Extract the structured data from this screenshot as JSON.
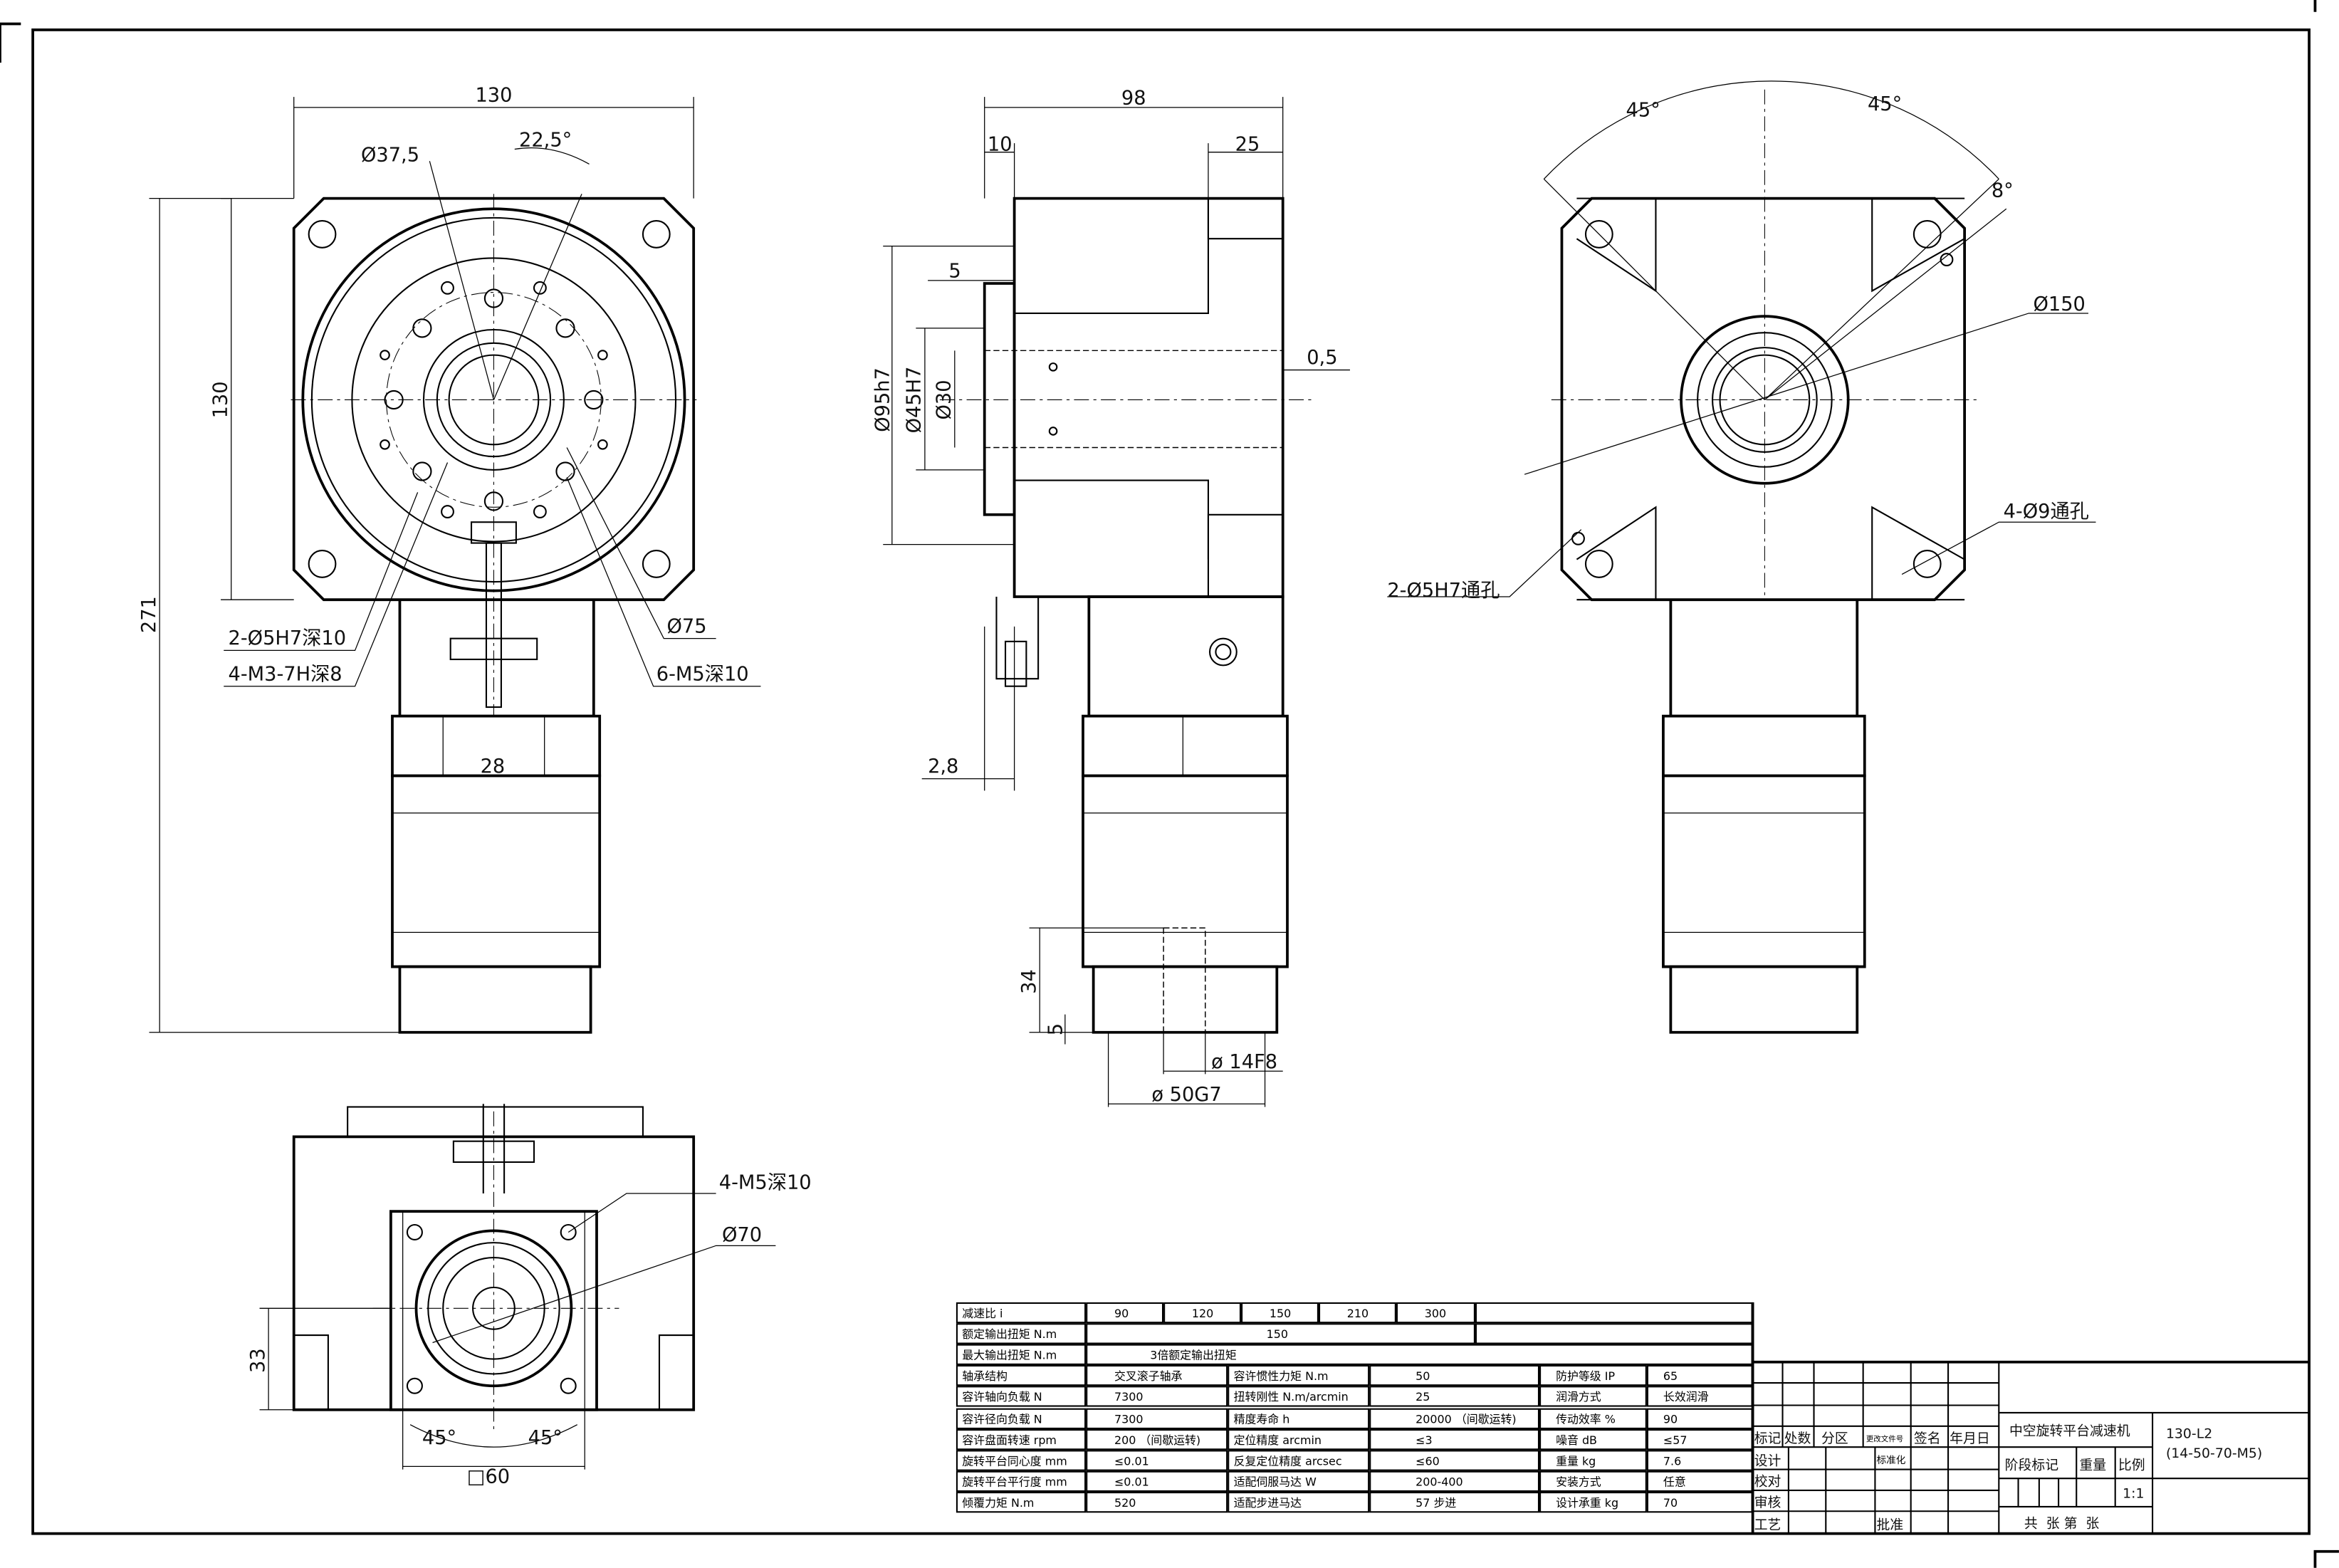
{
  "front_view": {
    "width_top": "130",
    "height_left": "130",
    "overall_height": "271",
    "bore_dia": "Ø37,5",
    "angle": "22,5°",
    "pin_holes": "2-Ø5H7深10",
    "thread_small": "4-M3-7H深8",
    "thread_m5": "6-M5深10",
    "pcd": "Ø75",
    "width_28": "28"
  },
  "side_view": {
    "length": "98",
    "flange": "10",
    "step": "25",
    "offset_5": "5",
    "gap": "0,5",
    "dia_95": "Ø95h7",
    "dia_45": "Ø45H7",
    "dia_30": "Ø30",
    "offset_28": "2,8",
    "shaft_len": "34",
    "shaft_5": "5",
    "shaft_dia": "ø 14F8",
    "spigot_dia": "ø 50G7"
  },
  "rear_view": {
    "angle_left": "45°",
    "angle_right": "45°",
    "angle_8": "8°",
    "dia_150": "Ø150",
    "through_holes": "4-Ø9通孔",
    "pin_through": "2-Ø5H7通孔"
  },
  "bottom_view": {
    "thread": "4-M5深10",
    "dia_70": "Ø70",
    "height_33": "33",
    "angle_left": "45°",
    "angle_right": "45°",
    "square": "□60"
  },
  "spec_table": {
    "ratio_row": {
      "label": "减速比 i",
      "values": [
        "90",
        "120",
        "150",
        "210",
        "300"
      ]
    },
    "rated_row": {
      "label": "额定输出扭矩 N.m",
      "value": "150"
    },
    "max_row": {
      "label": "最大输出扭矩 N.m",
      "value": "3倍额定输出扭矩"
    },
    "rows": [
      [
        "轴承结构",
        "交叉滚子轴承",
        "容许惯性力矩 N.m",
        "50",
        "防护等级 IP",
        "65"
      ],
      [
        "容许轴向负载 N",
        "7300",
        "扭转刚性 N.m/arcmin",
        "25",
        "润滑方式",
        "长效润滑"
      ],
      [
        "容许径向负载 N",
        "7300",
        "精度寿命 h",
        "20000 （间歇运转)",
        "传动效率 %",
        "90"
      ],
      [
        "容许盘面转速 rpm",
        "200 （间歇运转)",
        "定位精度 arcmin",
        "≤3",
        "噪音 dB",
        "≤57"
      ],
      [
        "旋转平台同心度 mm",
        "≤0.01",
        "反复定位精度 arcsec",
        "≤60",
        "重量 kg",
        "7.6"
      ],
      [
        "旋转平台平行度 mm",
        "≤0.01",
        "适配伺服马达 W",
        "200-400",
        "安装方式",
        "任意"
      ],
      [
        "倾覆力矩 N.m",
        "520",
        "适配步进马达",
        "57 步进",
        "设计承重 kg",
        "70"
      ]
    ]
  },
  "title_block": {
    "mark": "标记",
    "count": "处数",
    "zone": "分区",
    "change_doc": "更改文件号",
    "sign": "签名",
    "date": "年月日",
    "design": "设计",
    "standard": "标准化",
    "check": "校对",
    "review": "审核",
    "process": "工艺",
    "approve": "批准",
    "product_name": "中空旋转平台减速机",
    "model": "130-L2",
    "model_code": "(14-50-70-M5)",
    "stage_mark": "阶段标记",
    "weight": "重量",
    "scale_label": "比例",
    "scale": "1:1",
    "sheets": "共  张 第  张"
  }
}
